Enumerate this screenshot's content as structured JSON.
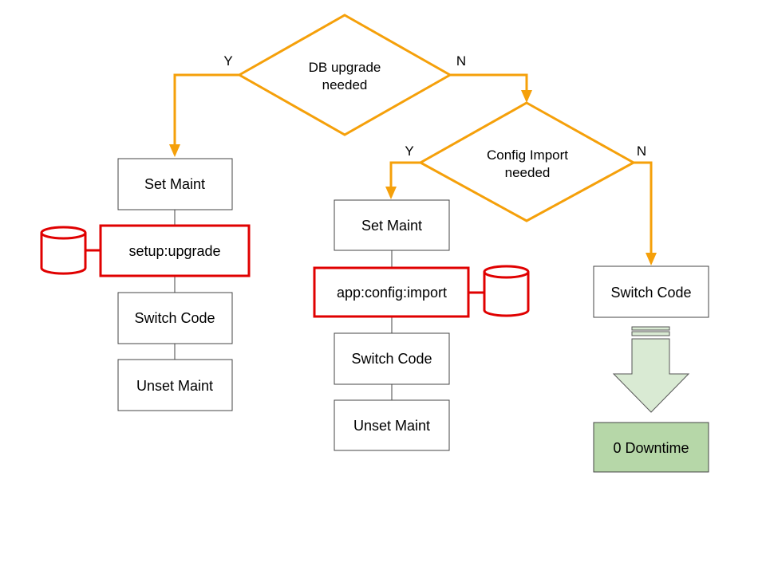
{
  "colors": {
    "flow_arrow": "#f5a00a",
    "db_highlight": "#e00000",
    "box_border": "#444444",
    "result_fill": "#b6d7a8",
    "big_arrow_fill": "#d9ead3",
    "big_arrow_stroke": "#555555"
  },
  "decision_db": {
    "line1": "DB upgrade",
    "line2": "needed",
    "yes_label": "Y",
    "no_label": "N"
  },
  "decision_config": {
    "line1": "Config Import",
    "line2": "needed",
    "yes_label": "Y",
    "no_label": "N"
  },
  "left_branch": {
    "set_maint": "Set Maint",
    "db_step": "setup:upgrade",
    "switch_code": "Switch Code",
    "unset_maint": "Unset Maint"
  },
  "middle_branch": {
    "set_maint": "Set Maint",
    "db_step": "app:config:import",
    "switch_code": "Switch Code",
    "unset_maint": "Unset Maint"
  },
  "right_branch": {
    "switch_code": "Switch Code",
    "result": "0 Downtime"
  }
}
